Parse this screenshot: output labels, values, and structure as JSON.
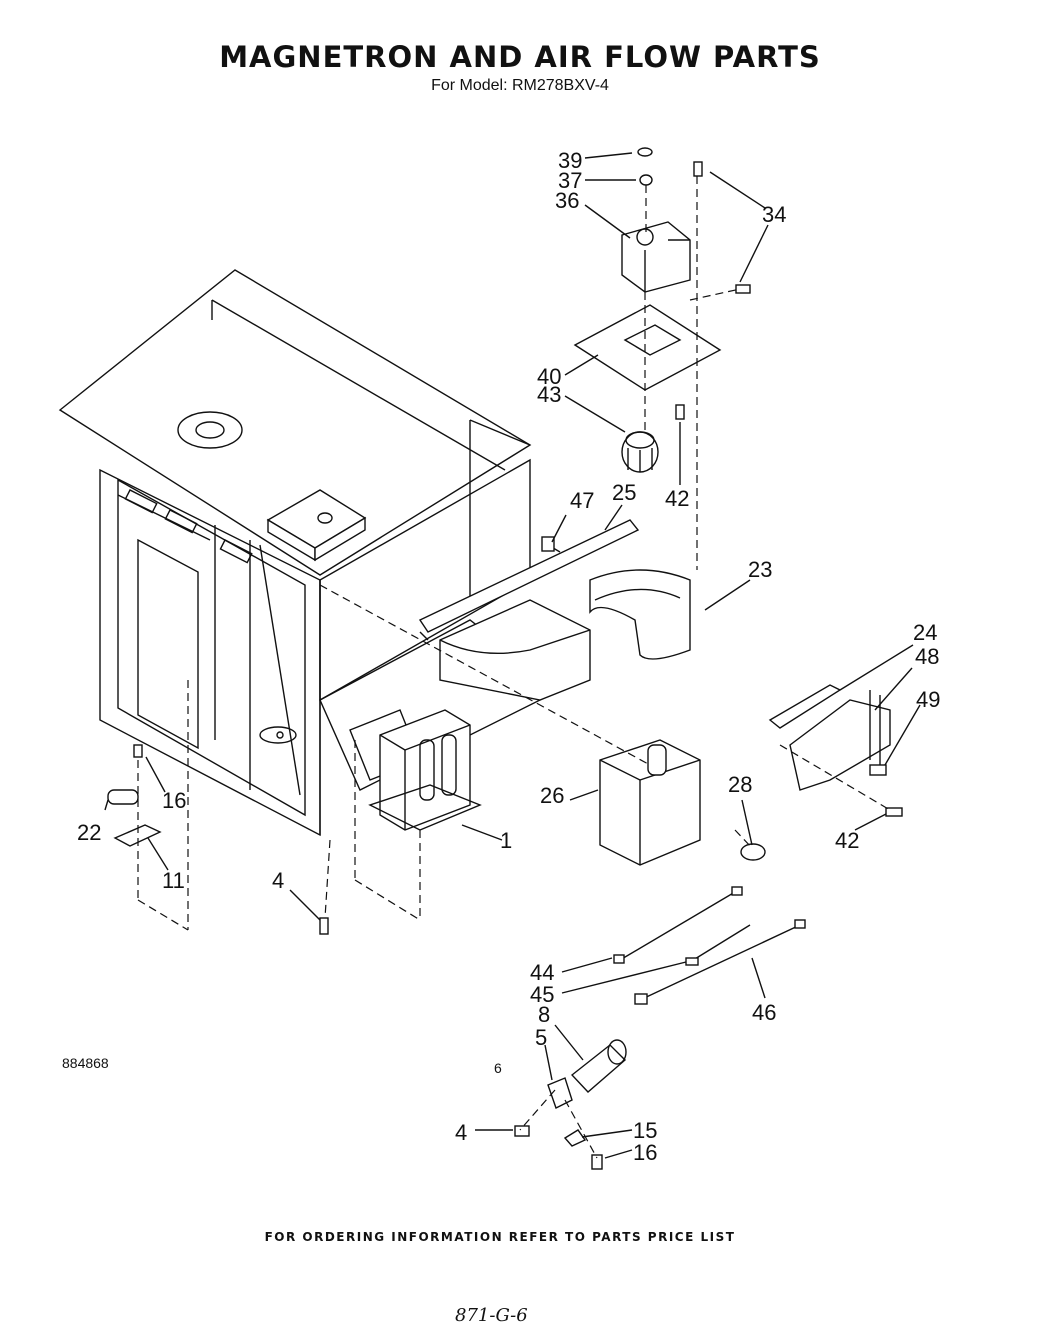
{
  "title": "MAGNETRON AND AIR FLOW PARTS",
  "subtitle": "For Model: RM278BXV-4",
  "footer": "FOR ORDERING INFORMATION REFER TO PARTS PRICE LIST",
  "document_number": "884868",
  "page_number": "6",
  "handwritten_note": "871-G-6",
  "callouts": {
    "c39": "39",
    "c37": "37",
    "c36": "36",
    "c34": "34",
    "c40": "40",
    "c43": "43",
    "c42a": "42",
    "c25": "25",
    "c47": "47",
    "c23": "23",
    "c24": "24",
    "c48": "48",
    "c49": "49",
    "c26": "26",
    "c28": "28",
    "c42b": "42",
    "c16a": "16",
    "c22": "22",
    "c11": "11",
    "c1": "1",
    "c4a": "4",
    "c44": "44",
    "c45": "45",
    "c46": "46",
    "c8": "8",
    "c5": "5",
    "c4b": "4",
    "c15": "15",
    "c16b": "16"
  }
}
